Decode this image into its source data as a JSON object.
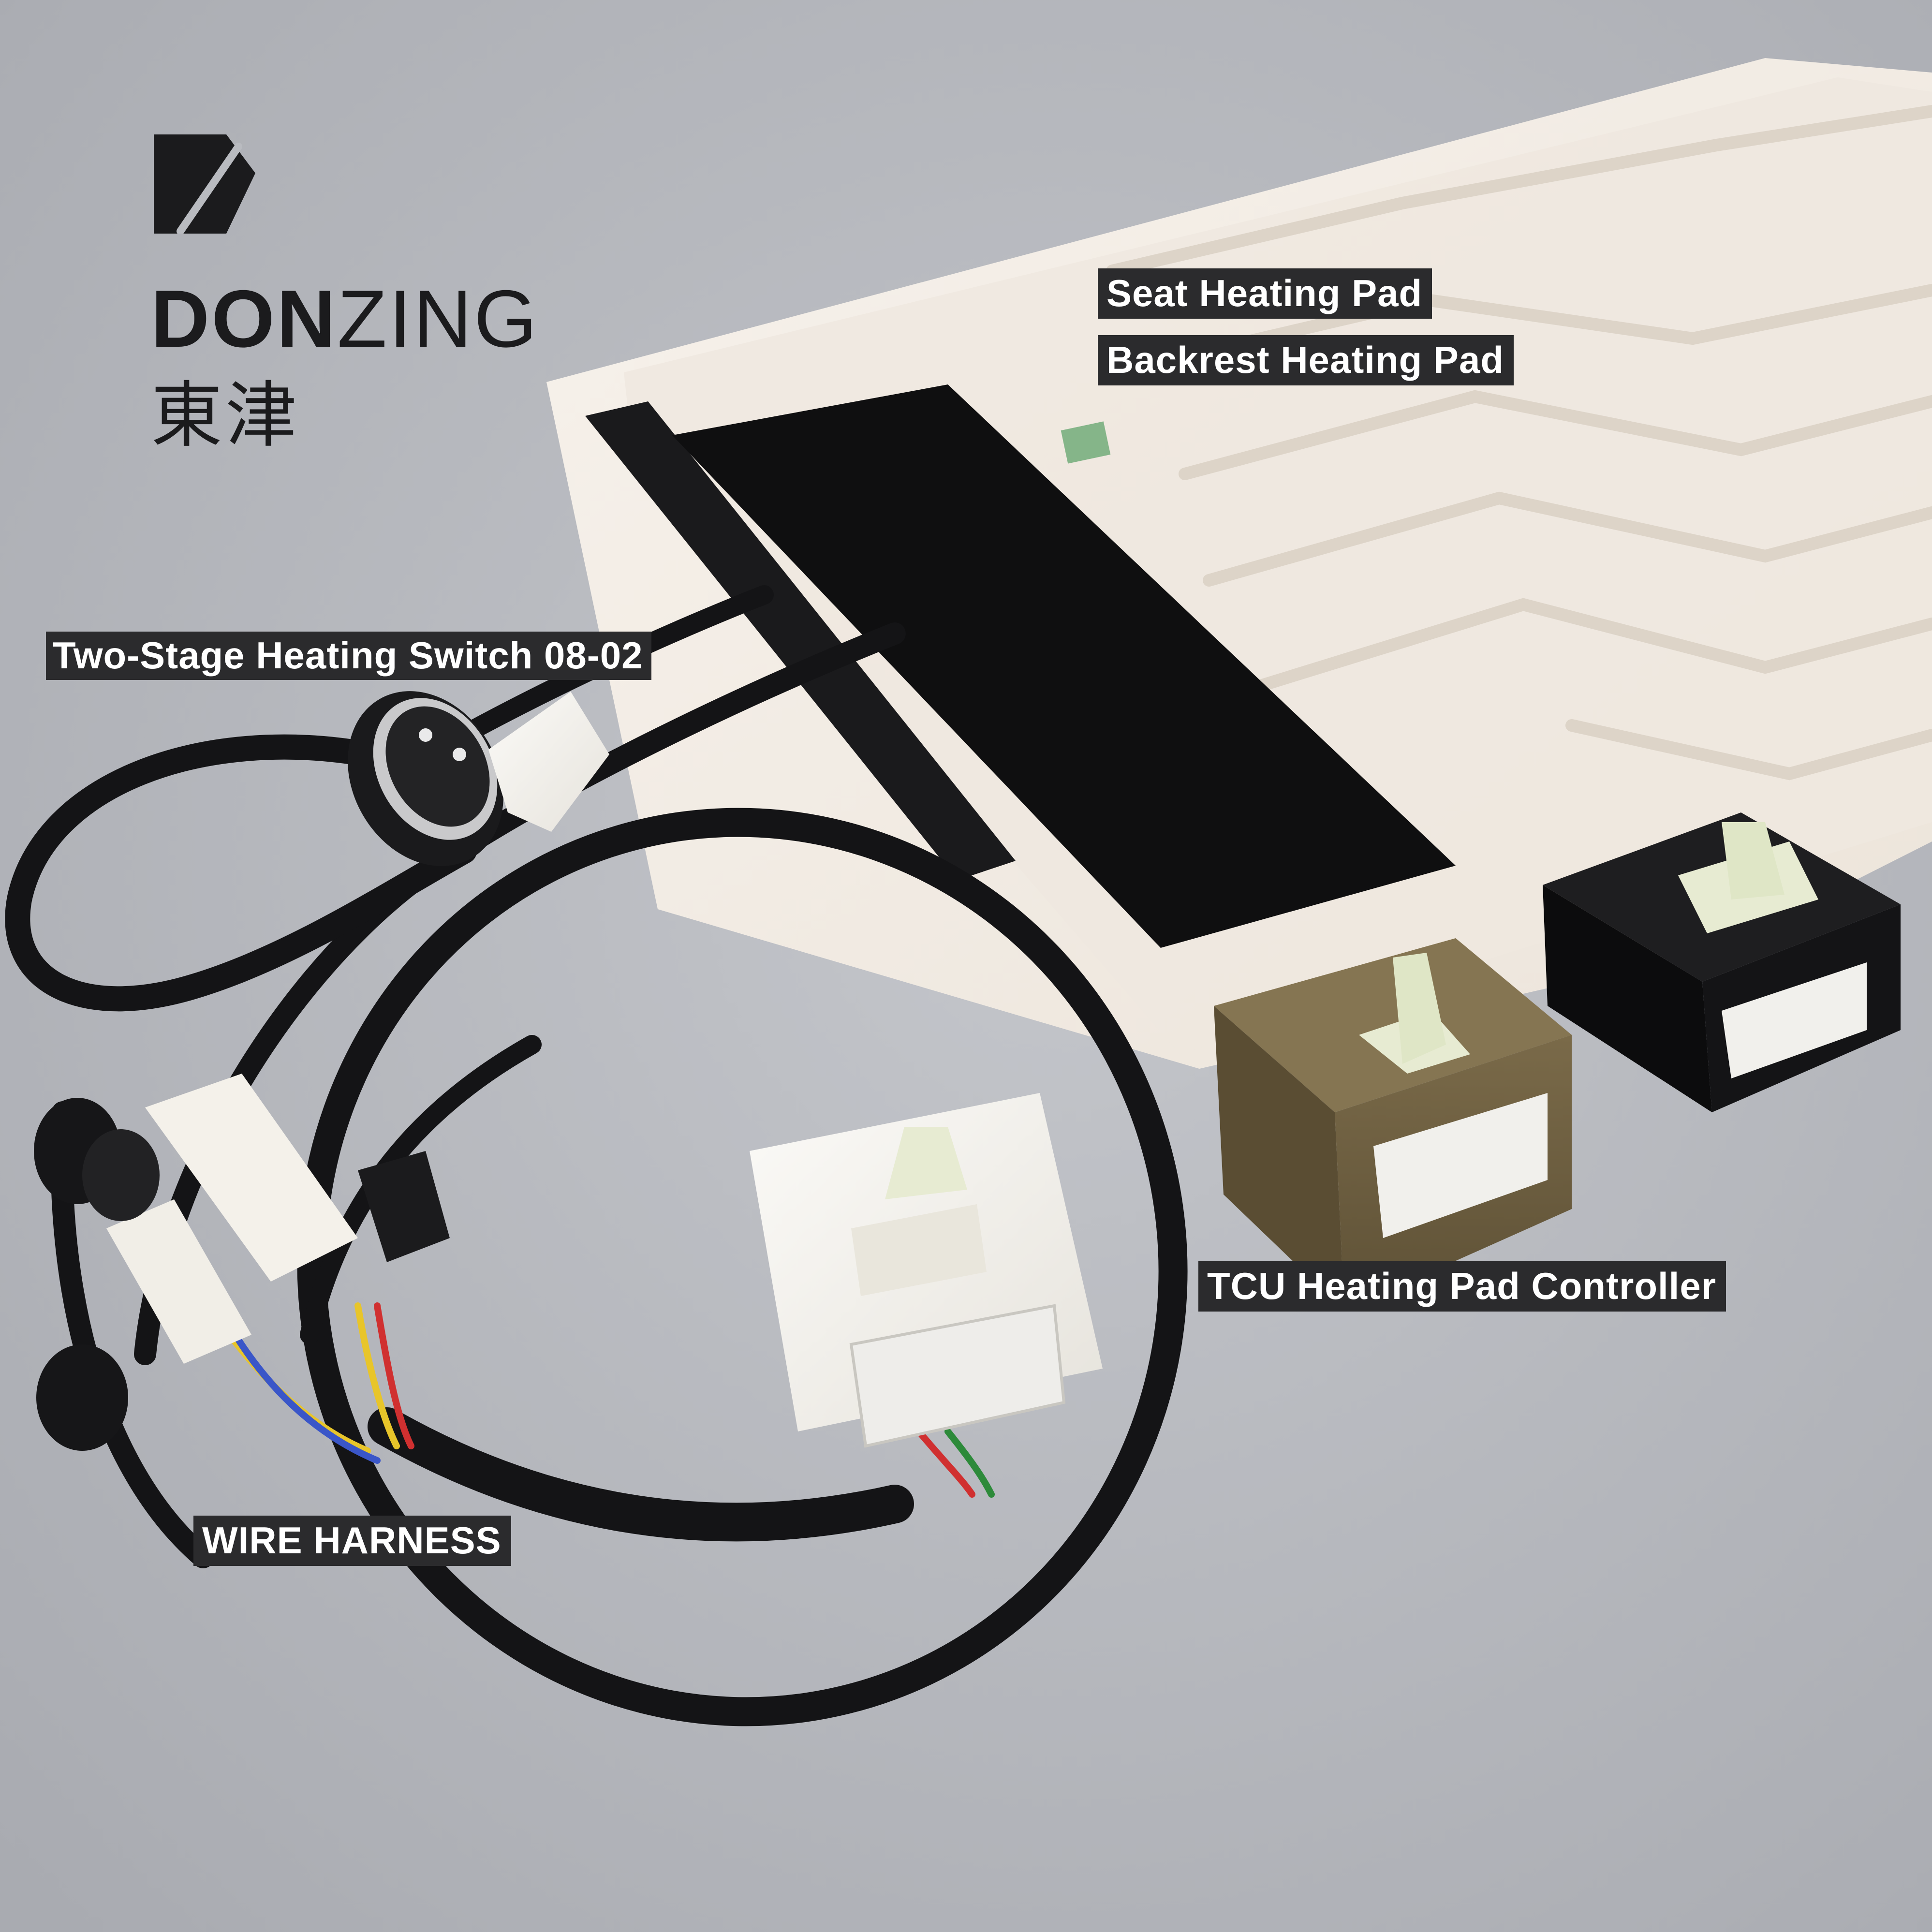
{
  "brand": {
    "name_bold": "DON",
    "name_light": "ZING",
    "name_chinese": "東津",
    "logo_icon": "slashed-rounded-square-logo"
  },
  "labels": {
    "seat_heating_pad": "Seat Heating Pad",
    "backrest_heating_pad": "Backrest Heating Pad",
    "two_stage_switch": "Two-Stage Heating Switch 08-02",
    "tcu_controller": "TCU Heating Pad Controller",
    "wire_harness": "WIRE HARNESS"
  },
  "colors": {
    "background": "#b9bbc0",
    "label_bg": "#2b2b2d",
    "label_text": "#ffffff",
    "cable": "#141416",
    "pad_felt": "#f3ede6",
    "velcro": "#0f0f10",
    "controller_brown": "#6b5c3e",
    "controller_black": "#111113",
    "connector_white": "#f6f4ef"
  }
}
